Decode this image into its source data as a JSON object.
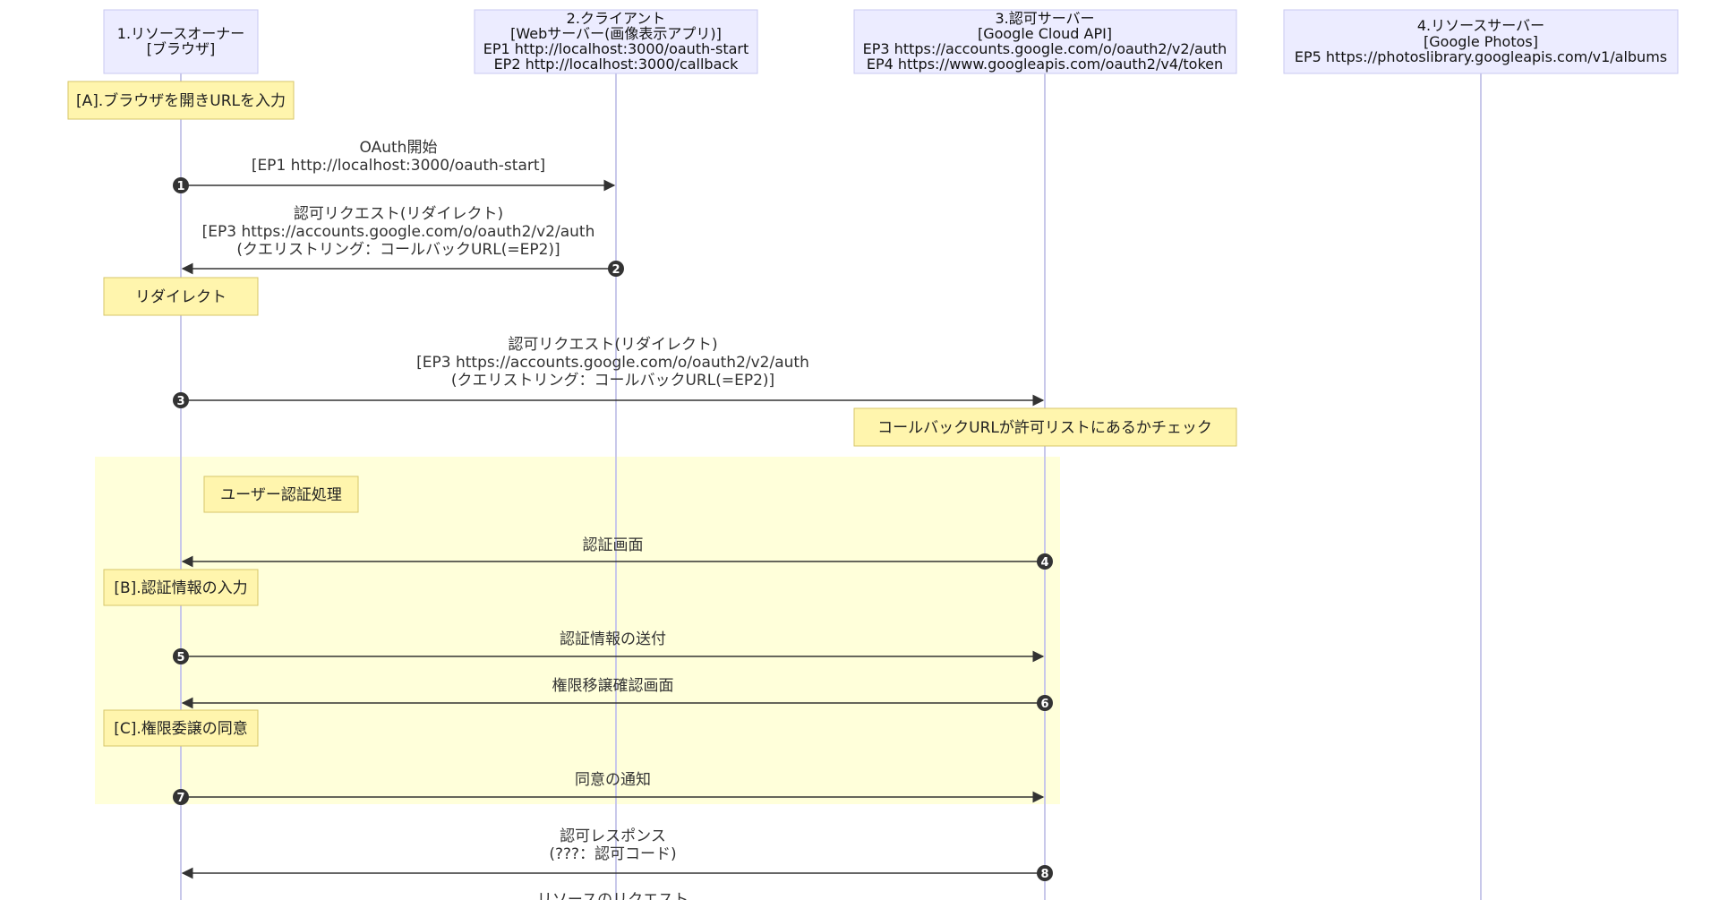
{
  "actors": [
    {
      "lines": [
        "1.リソースオーナー",
        "[ブラウザ]"
      ]
    },
    {
      "lines": [
        "2.クライアント",
        "[Webサーバー(画像表示アプリ)]",
        "EP1 http://localhost:3000/oauth-start",
        "EP2 http://localhost:3000/callback"
      ]
    },
    {
      "lines": [
        "3.認可サーバー",
        "[Google Cloud API]",
        "EP3 https://accounts.google.com/o/oauth2/v2/auth",
        "EP4 https://www.googleapis.com/oauth2/v4/token"
      ]
    },
    {
      "lines": [
        "4.リソースサーバー",
        "[Google Photos]",
        "EP5 https://photoslibrary.googleapis.com/v1/albums"
      ]
    }
  ],
  "notes": [
    {
      "text": "[A].ブラウザを開きURLを入力"
    },
    {
      "text": "リダイレクト"
    },
    {
      "text": "コールバックURLが許可リストにあるかチェック"
    },
    {
      "text": "ユーザー認証処理"
    },
    {
      "text": "[B].認証情報の入力"
    },
    {
      "text": "[C].権限委譲の同意"
    }
  ],
  "messages": [
    {
      "num": "1",
      "from": 0,
      "to": 1,
      "lines": [
        "OAuth開始",
        "[EP1 http://localhost:3000/oauth-start]"
      ]
    },
    {
      "num": "2",
      "from": 1,
      "to": 0,
      "lines": [
        "認可リクエスト(リダイレクト)",
        "[EP3 https://accounts.google.com/o/oauth2/v2/auth",
        "(クエリストリング：コールバックURL(=EP2)]"
      ]
    },
    {
      "num": "3",
      "from": 0,
      "to": 2,
      "lines": [
        "認可リクエスト(リダイレクト)",
        "[EP3 https://accounts.google.com/o/oauth2/v2/auth",
        "(クエリストリング：コールバックURL(=EP2)]"
      ]
    },
    {
      "num": "4",
      "from": 2,
      "to": 0,
      "lines": [
        "認証画面"
      ]
    },
    {
      "num": "5",
      "from": 0,
      "to": 2,
      "lines": [
        "認証情報の送付"
      ]
    },
    {
      "num": "6",
      "from": 2,
      "to": 0,
      "lines": [
        "権限移譲確認画面"
      ]
    },
    {
      "num": "7",
      "from": 0,
      "to": 2,
      "lines": [
        "同意の通知"
      ]
    },
    {
      "num": "8",
      "from": 2,
      "to": 0,
      "lines": [
        "認可レスポンス",
        "(???：認可コード)"
      ]
    },
    {
      "num": "",
      "from": 0,
      "to": 2,
      "lines": [
        "リソースのリクエスト"
      ]
    }
  ]
}
